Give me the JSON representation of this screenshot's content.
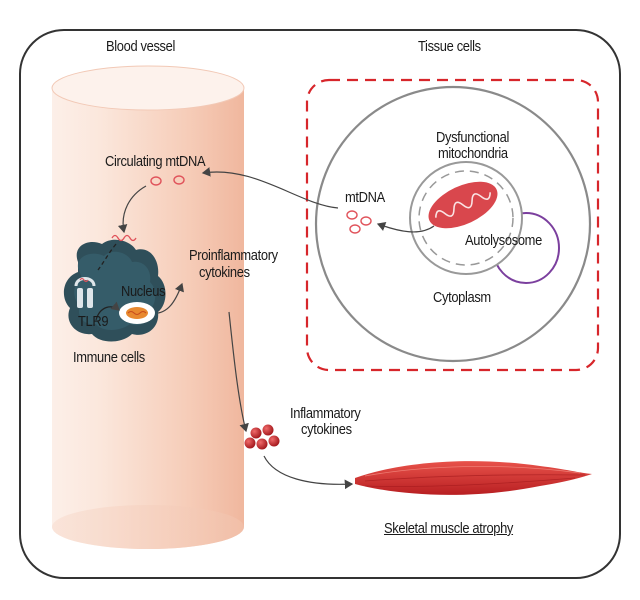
{
  "labels": {
    "blood_vessel": "Blood vessel",
    "tissue_cells": "Tissue cells",
    "circulating_mtdna": "Circulating mtDNA",
    "dysfunctional_mitochondria_line1": "Dysfunctional",
    "dysfunctional_mitochondria_line2": "mitochondria",
    "mtdna": "mtDNA",
    "autolysosome": "Autolysosome",
    "cytoplasm": "Cytoplasm",
    "proinflammatory_line1": "Proinflammatory",
    "proinflammatory_line2": "cytokines",
    "nucleus": "Nucleus",
    "tlr9": "TLR9",
    "immune_cells": "Immune cells",
    "inflammatory_line1": "Inflammatory",
    "inflammatory_line2": "cytokines",
    "skeletal_muscle_atrophy": "Skeletal muscle atrophy"
  },
  "colors": {
    "frame": "#333333",
    "vessel_light": "#fdf3ee",
    "vessel_dark": "#f3c2ac",
    "tissue_border": "#d7262b",
    "cell_border": "#8a8a8a",
    "mitochondria": "#d9474d",
    "autolysosome_border": "#7b3f9e",
    "immune_cell": "#2f4f5a",
    "cytokine": "#c4222a",
    "muscle": "#d8352e",
    "arrow": "#444444"
  }
}
